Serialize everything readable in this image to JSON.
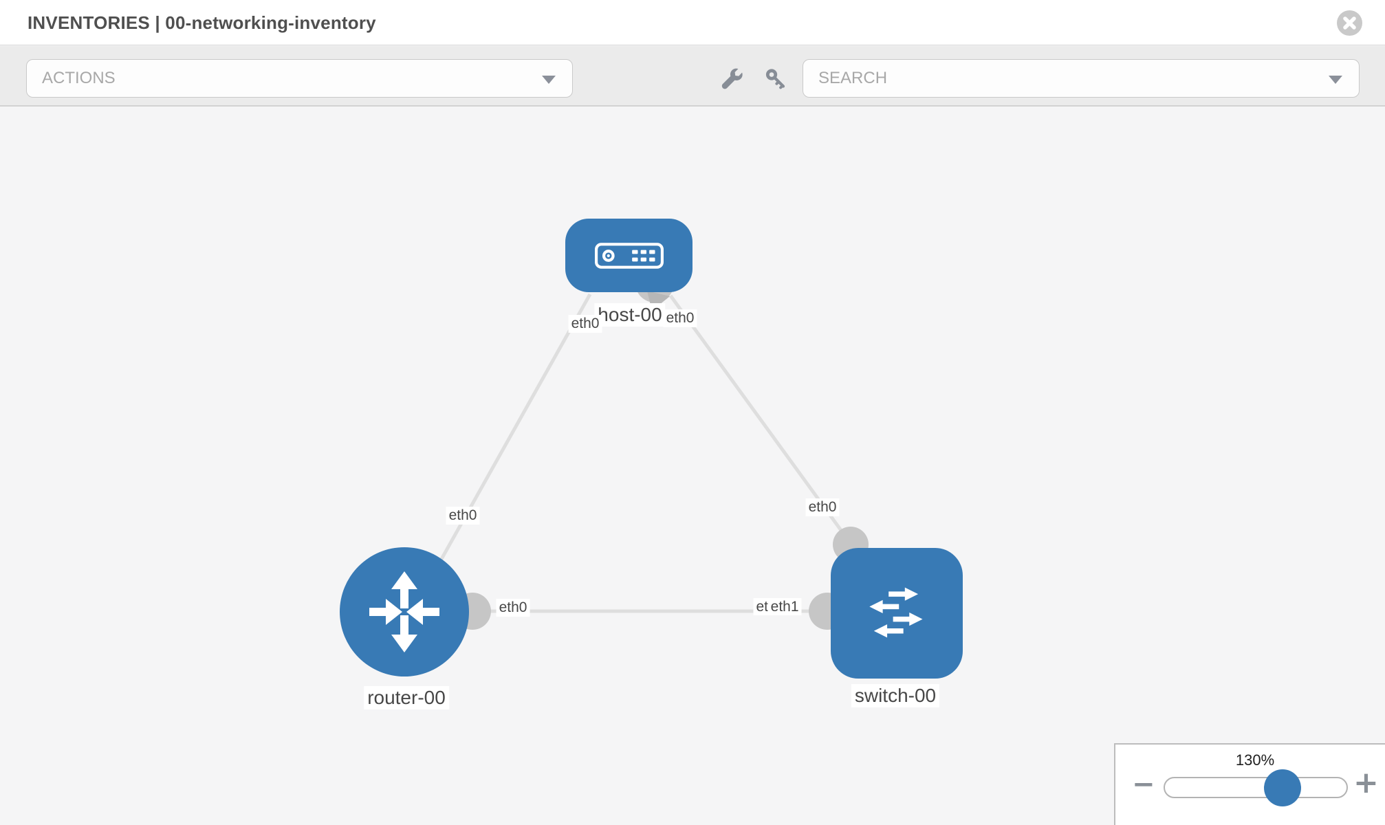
{
  "header": {
    "title": "INVENTORIES | 00-networking-inventory"
  },
  "toolbar": {
    "actions": {
      "placeholder": "ACTIONS"
    },
    "tools": {
      "wrench": "wrench-icon",
      "key": "key-icon"
    },
    "search": {
      "placeholder": "SEARCH"
    }
  },
  "topology": {
    "nodes": [
      {
        "label": "host-00",
        "type": "host"
      },
      {
        "label": "router-00",
        "type": "router"
      },
      {
        "label": "switch-00",
        "type": "switch"
      }
    ],
    "links": [
      {
        "from": "host-00",
        "to": "router-00",
        "from_interface": "eth0",
        "to_interface": "eth0"
      },
      {
        "from": "host-00",
        "to": "switch-00",
        "from_interface": "eth0",
        "to_interface": "eth0"
      },
      {
        "from": "router-00",
        "to": "switch-00",
        "from_interface": "eth0",
        "to_interface": "eth1",
        "to_interface_clipped": "etl"
      }
    ]
  },
  "zoom": {
    "level": "130%",
    "minus": "−",
    "plus": "+"
  },
  "colors": {
    "node_blue": "#387ab5",
    "link_gray": "#dedede",
    "connector_gray": "#c6c6c6",
    "toolbar_bg": "#ebebeb",
    "canvas_bg": "#f5f5f6"
  }
}
